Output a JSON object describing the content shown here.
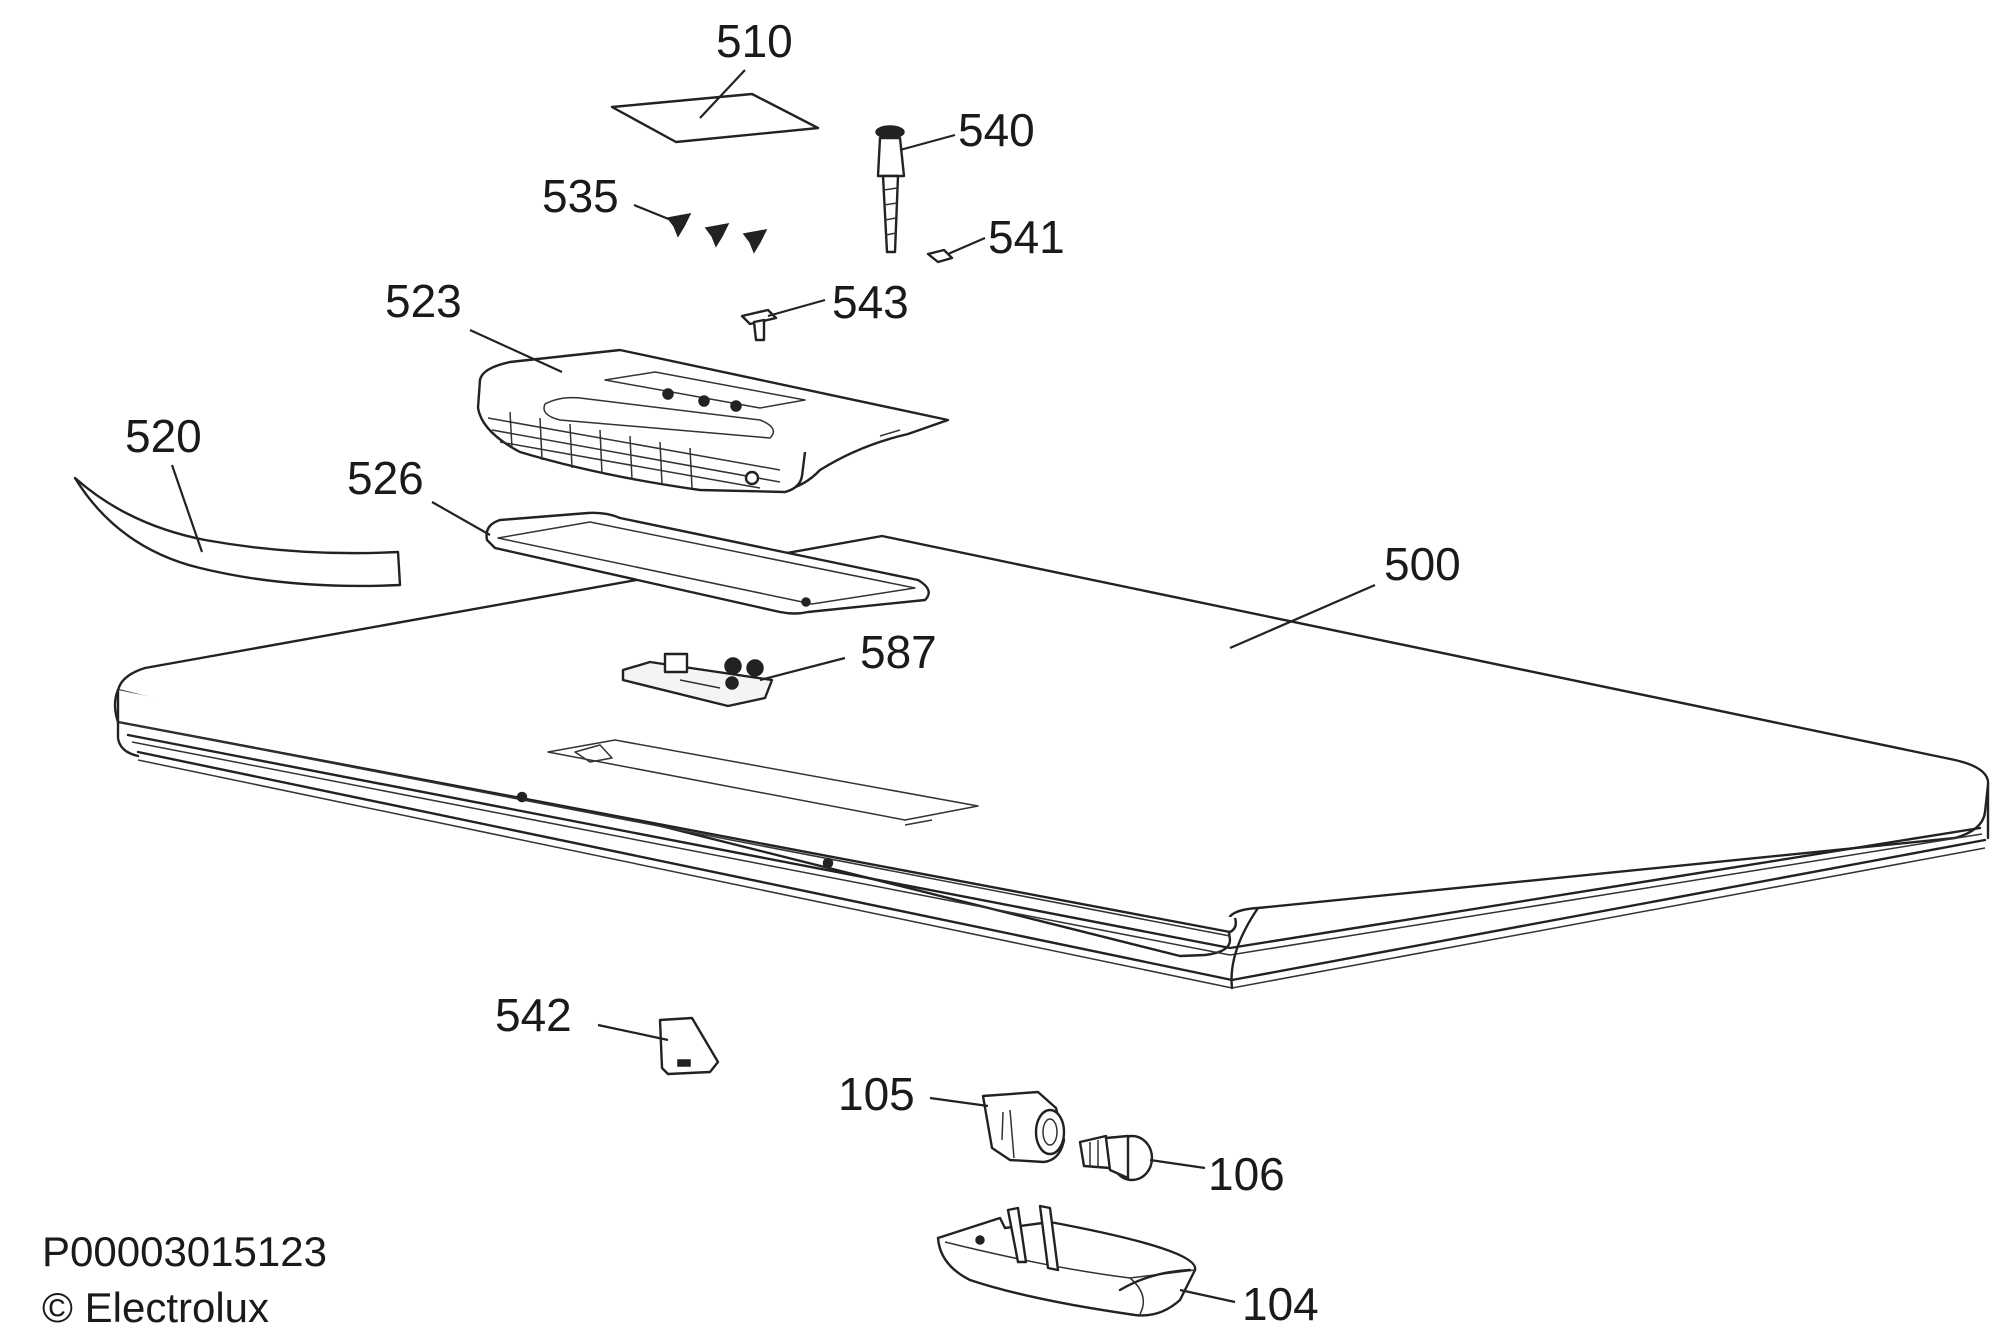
{
  "diagram": {
    "part_numbers": {
      "p510": "510",
      "p540": "540",
      "p535": "535",
      "p541": "541",
      "p543": "543",
      "p523": "523",
      "p520": "520",
      "p526": "526",
      "p500": "500",
      "p587": "587",
      "p542": "542",
      "p105": "105",
      "p106": "106",
      "p104": "104"
    },
    "footer": {
      "drawing_id": "P00003015123",
      "copyright": "© Electrolux"
    }
  }
}
